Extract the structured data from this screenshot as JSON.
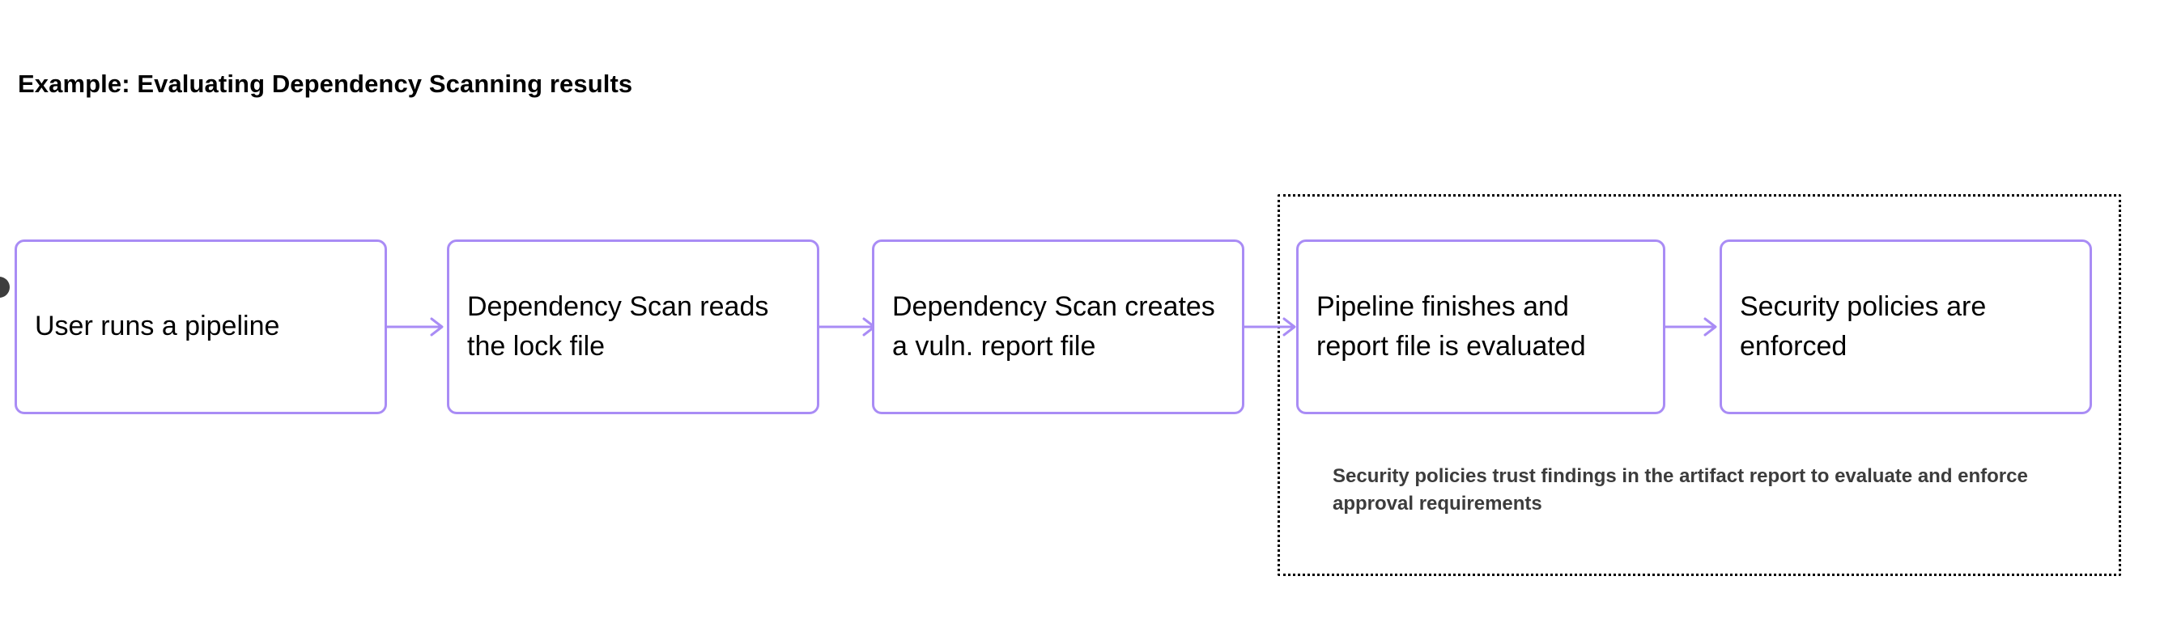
{
  "page": {
    "title": "Example: Evaluating Dependency Scanning results",
    "background_color": "#ffffff"
  },
  "theme": {
    "box_border_color": "#a98cf5",
    "box_fill_color": "#ffffff",
    "box_text_color": "#000000",
    "arrow_color": "#a98cf5",
    "group_border_color": "#000000",
    "caption_text_color": "#3c3c3c",
    "edge_marker_color": "#3d3d3d"
  },
  "diagram": {
    "type": "flowchart",
    "direction": "left-to-right",
    "nodes": [
      {
        "id": "box-1",
        "label": "User runs a pipeline"
      },
      {
        "id": "box-2",
        "label": "Dependency Scan reads the lock file"
      },
      {
        "id": "box-3",
        "label": "Dependency Scan creates a vuln. report file"
      },
      {
        "id": "box-4",
        "label": "Pipeline finishes and report file is evaluated"
      },
      {
        "id": "box-5",
        "label": "Security policies are enforced"
      }
    ],
    "connectors": [
      {
        "id": "arrow-1",
        "from": "box-1",
        "to": "box-2",
        "style": "arrow-right"
      },
      {
        "id": "arrow-2",
        "from": "box-2",
        "to": "box-3",
        "style": "arrow-right"
      },
      {
        "id": "arrow-3",
        "from": "box-3",
        "to": "box-4",
        "style": "arrow-right"
      },
      {
        "id": "arrow-4",
        "from": "box-4",
        "to": "box-5",
        "style": "arrow-right"
      }
    ],
    "group": {
      "border_style": "dotted",
      "contains": [
        "box-4",
        "box-5"
      ],
      "caption": "Security policies trust findings in the artifact report to evaluate and enforce approval requirements"
    }
  }
}
